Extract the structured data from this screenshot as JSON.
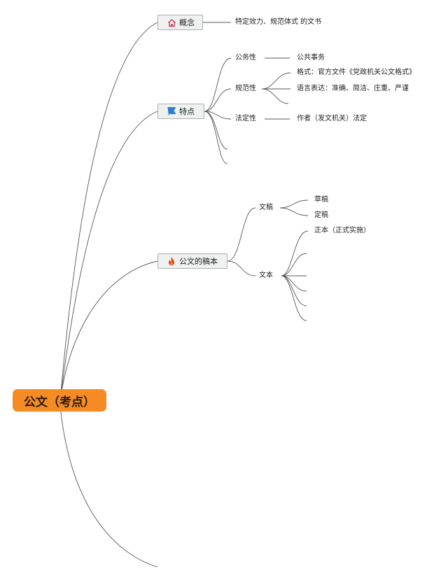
{
  "root": {
    "label": "公文（考点）"
  },
  "icons": {
    "concept": "home-icon",
    "features": "flag-icon",
    "drafts": "fire-icon",
    "accent": "#f58b23"
  },
  "branches": {
    "concept": {
      "label": "概念",
      "text": "特定效力、规范体式 的文书"
    },
    "features": {
      "label": "特点",
      "public": {
        "label": "公务性",
        "child": "公共事务"
      },
      "norm": {
        "label": "规范性",
        "children": [
          "格式：官方文件《党政机关公文格式》",
          "语言表达：准确、简洁、庄重、严谨"
        ]
      },
      "legal": {
        "label": "法定性",
        "child": "作者（发文机关）法定"
      }
    },
    "drafts": {
      "label": "公文的稿本",
      "manuscript": {
        "label": "文稿",
        "children": [
          "草稿",
          "定稿"
        ]
      },
      "text": {
        "label": "文本",
        "children": [
          "正本（正式实施）"
        ]
      }
    }
  }
}
